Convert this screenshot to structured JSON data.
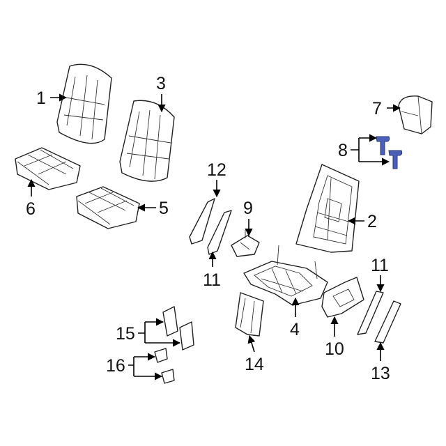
{
  "diagram": {
    "highlight_color": "#4a5fb5",
    "callouts": [
      {
        "id": "1",
        "label": "1",
        "part": "seat-back-left"
      },
      {
        "id": "3",
        "label": "3",
        "part": "seat-back-right"
      },
      {
        "id": "6",
        "label": "6",
        "part": "seat-cushion-left"
      },
      {
        "id": "5",
        "label": "5",
        "part": "seat-cushion-right"
      },
      {
        "id": "12",
        "label": "12",
        "part": "trim-panel-upper"
      },
      {
        "id": "9",
        "label": "9",
        "part": "bracket"
      },
      {
        "id": "11a",
        "label": "11",
        "part": "trim-panel-lower"
      },
      {
        "id": "7",
        "label": "7",
        "part": "headrest"
      },
      {
        "id": "8",
        "label": "8",
        "part": "headrest-guide"
      },
      {
        "id": "2",
        "label": "2",
        "part": "seat-back-frame"
      },
      {
        "id": "4",
        "label": "4",
        "part": "seat-cushion-frame"
      },
      {
        "id": "10",
        "label": "10",
        "part": "recliner"
      },
      {
        "id": "11b",
        "label": "11",
        "part": "side-trim"
      },
      {
        "id": "13",
        "label": "13",
        "part": "side-cover"
      },
      {
        "id": "14",
        "label": "14",
        "part": "leg-support"
      },
      {
        "id": "15",
        "label": "15",
        "part": "cover"
      },
      {
        "id": "16",
        "label": "16",
        "part": "clip"
      }
    ]
  }
}
